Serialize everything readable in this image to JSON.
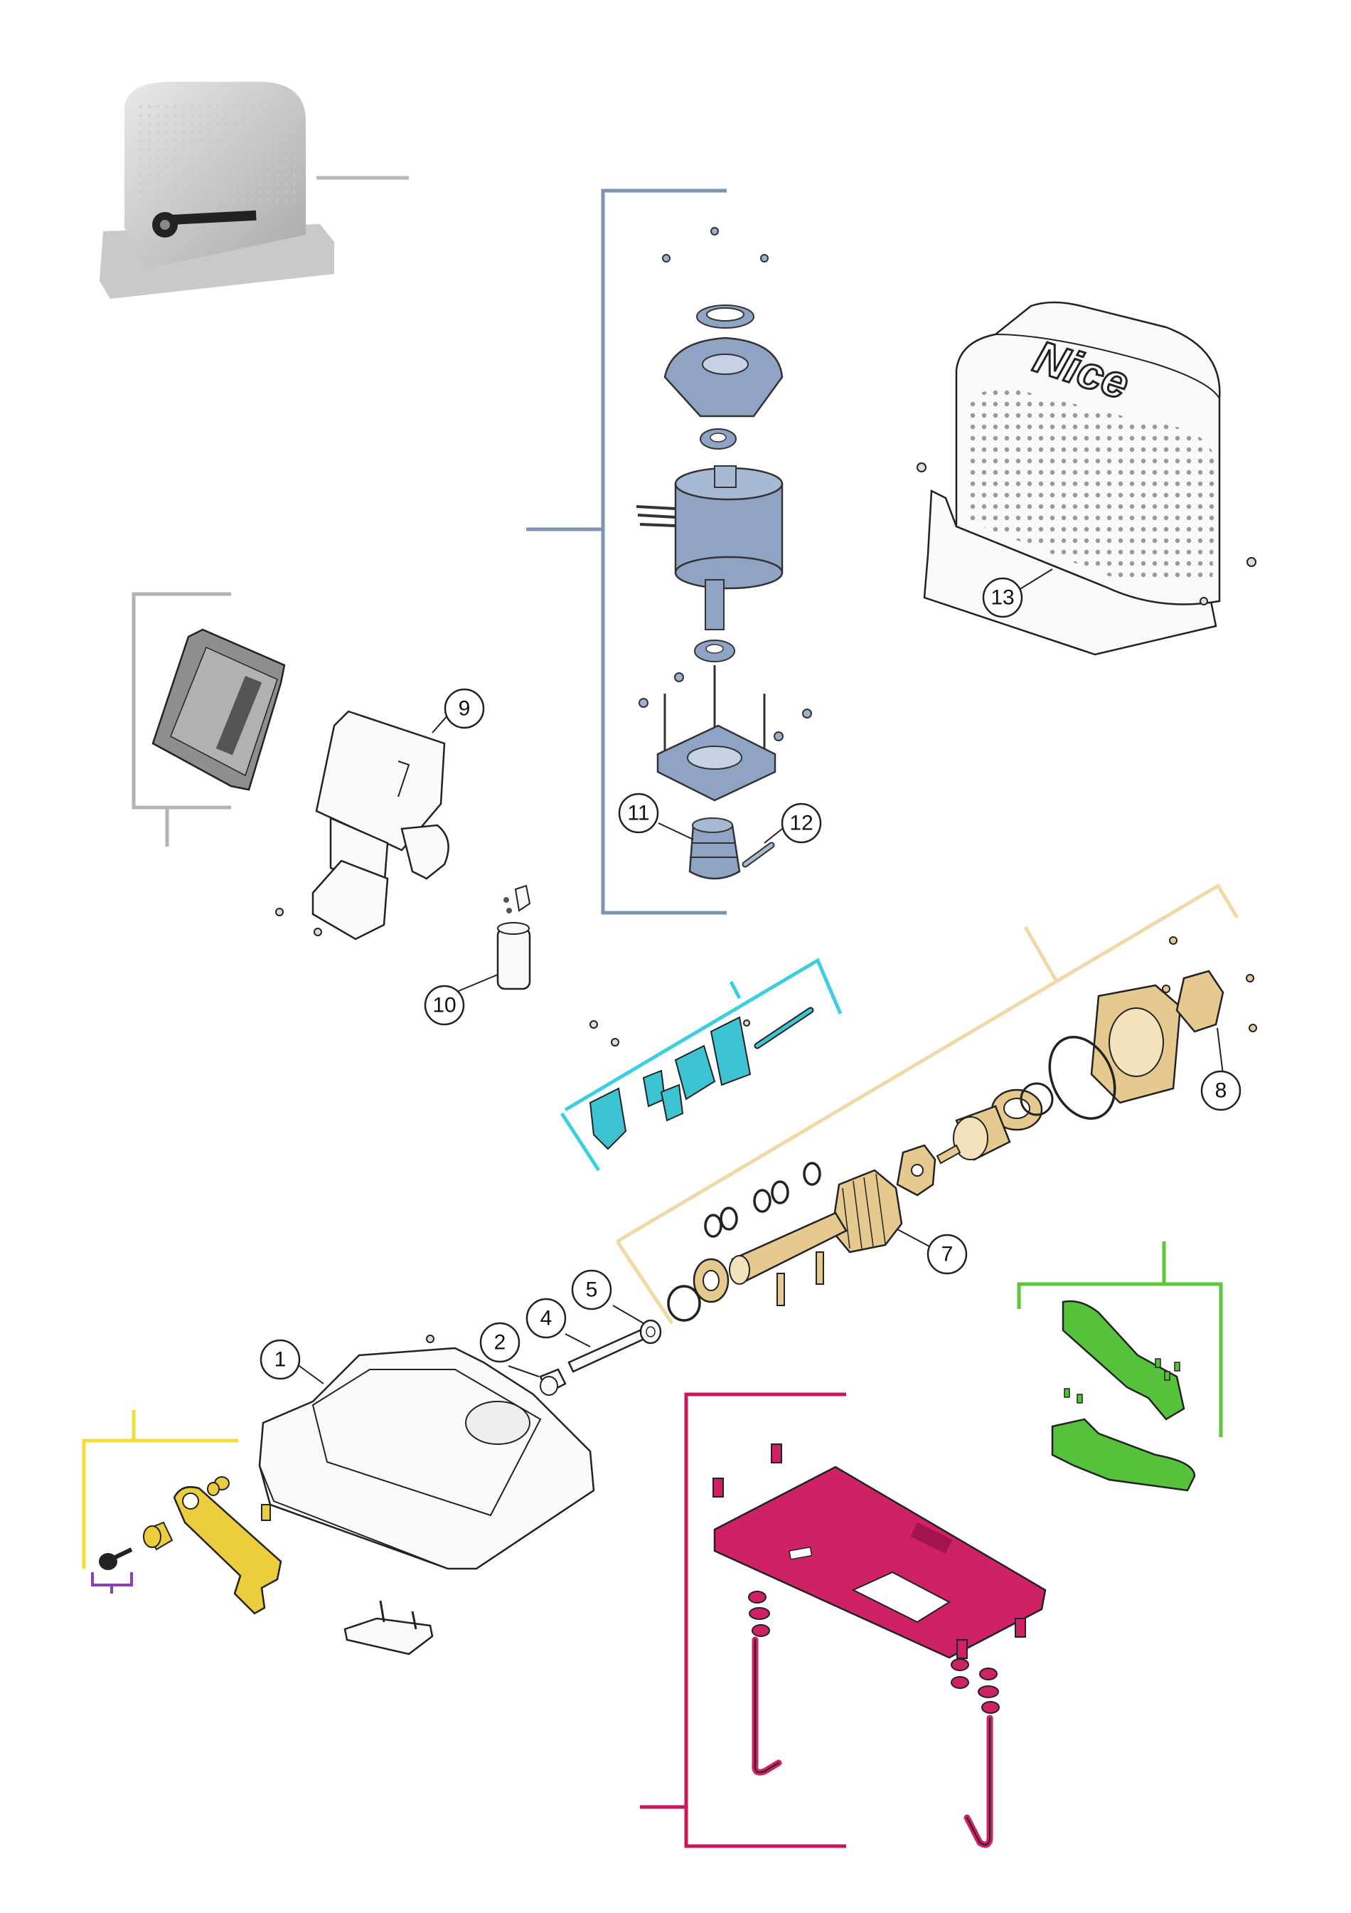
{
  "brand": {
    "logo": "Nice"
  },
  "callouts": [
    {
      "id": "1",
      "label": "1"
    },
    {
      "id": "2",
      "label": "2"
    },
    {
      "id": "4",
      "label": "4"
    },
    {
      "id": "5",
      "label": "5"
    },
    {
      "id": "7",
      "label": "7"
    },
    {
      "id": "8",
      "label": "8"
    },
    {
      "id": "9",
      "label": "9"
    },
    {
      "id": "10",
      "label": "10"
    },
    {
      "id": "11",
      "label": "11"
    },
    {
      "id": "12",
      "label": "12"
    },
    {
      "id": "13",
      "label": "13"
    }
  ],
  "group_colors": {
    "motor": "#7d93b5",
    "control_board": "#b3b3b3",
    "limit_switch": "#3ccfe0",
    "gearbox": "#f0d9a6",
    "release": "#f5dc3a",
    "key": "#8e3fb3",
    "foundation_plate": "#c8185c",
    "end_stops": "#5cc73a",
    "preview": "#b8b8b8"
  },
  "part_colors": {
    "motor_part": "#8fa4c4",
    "limit_part": "#3ec3d2",
    "gear_part": "#e6c98f",
    "release_part": "#eccd3c",
    "plate_part": "#cf2266",
    "stop_part": "#56c13a",
    "board_part": "#8e8e8e"
  },
  "icons": [
    "callout-circle-icon",
    "screw-icon",
    "washer-icon",
    "bracket-icon"
  ]
}
